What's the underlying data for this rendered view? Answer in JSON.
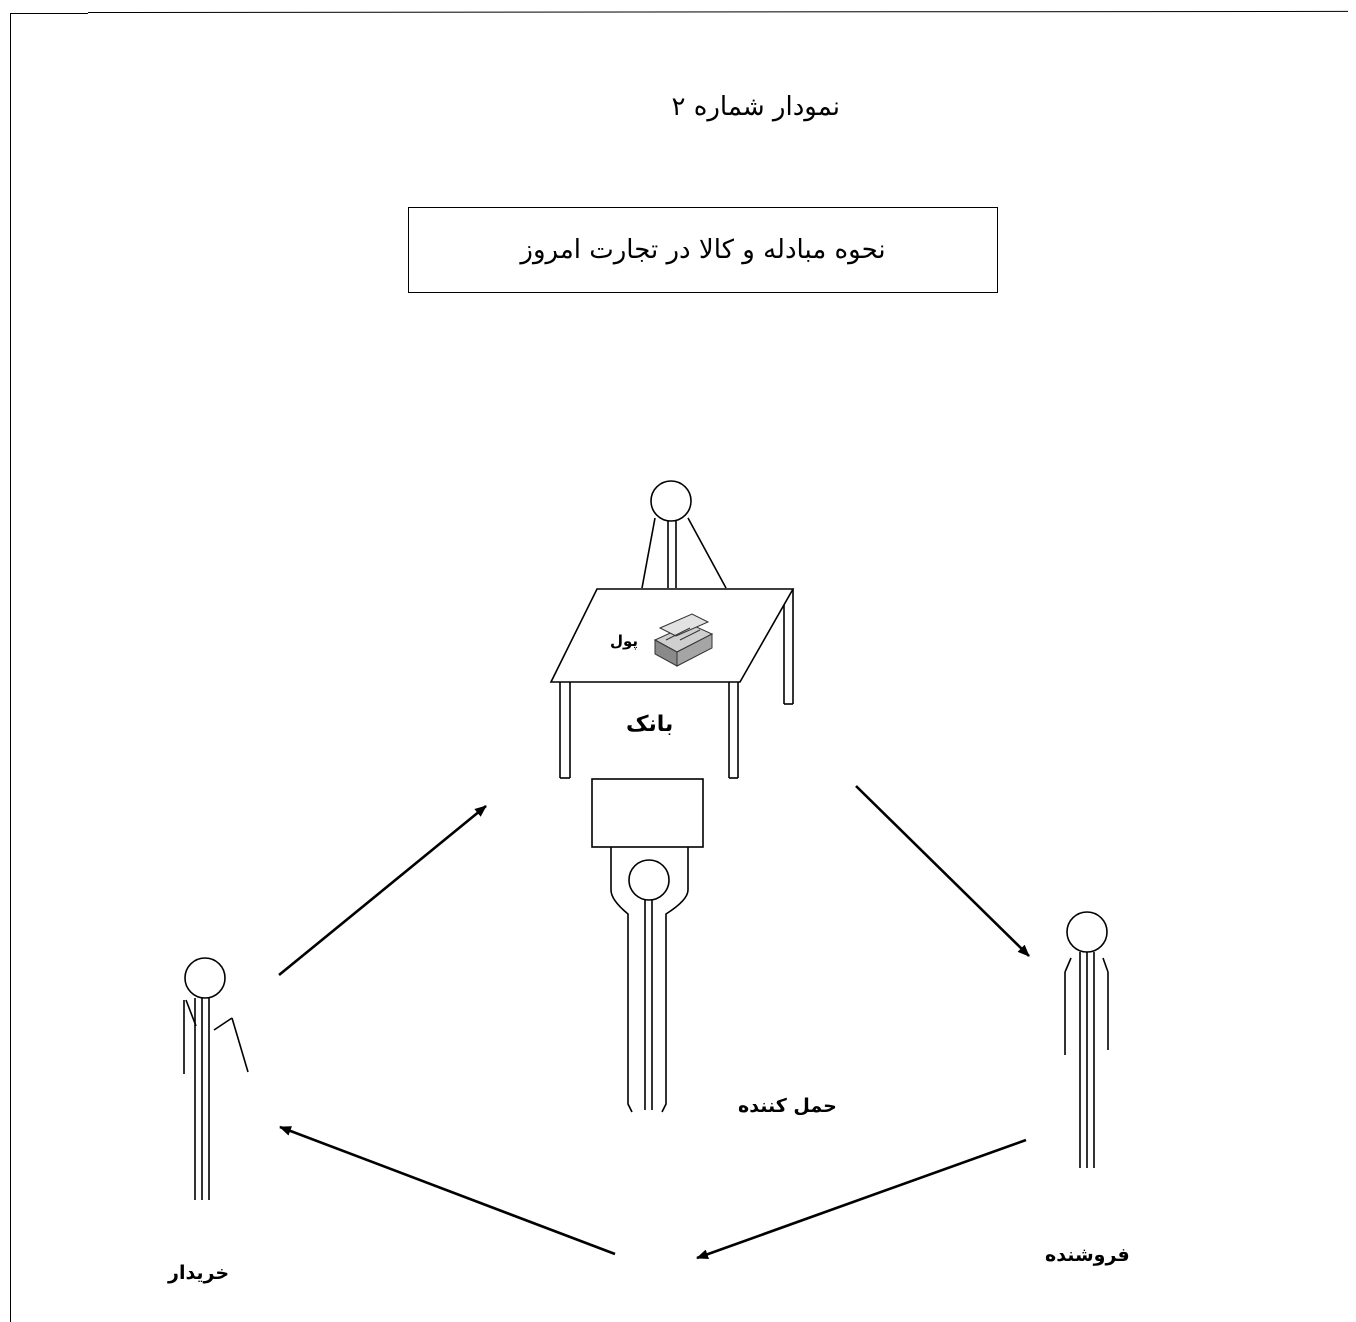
{
  "title": "نمودار شماره ۲",
  "box_text": "نحوه مبادله و کالا در تجارت امروز",
  "labels": {
    "bank": "بانک",
    "money": "پول",
    "carrier": "حمل کننده",
    "seller": "فروشنده",
    "buyer": "خریدار"
  },
  "icons": {
    "money": "money-stack-icon"
  }
}
